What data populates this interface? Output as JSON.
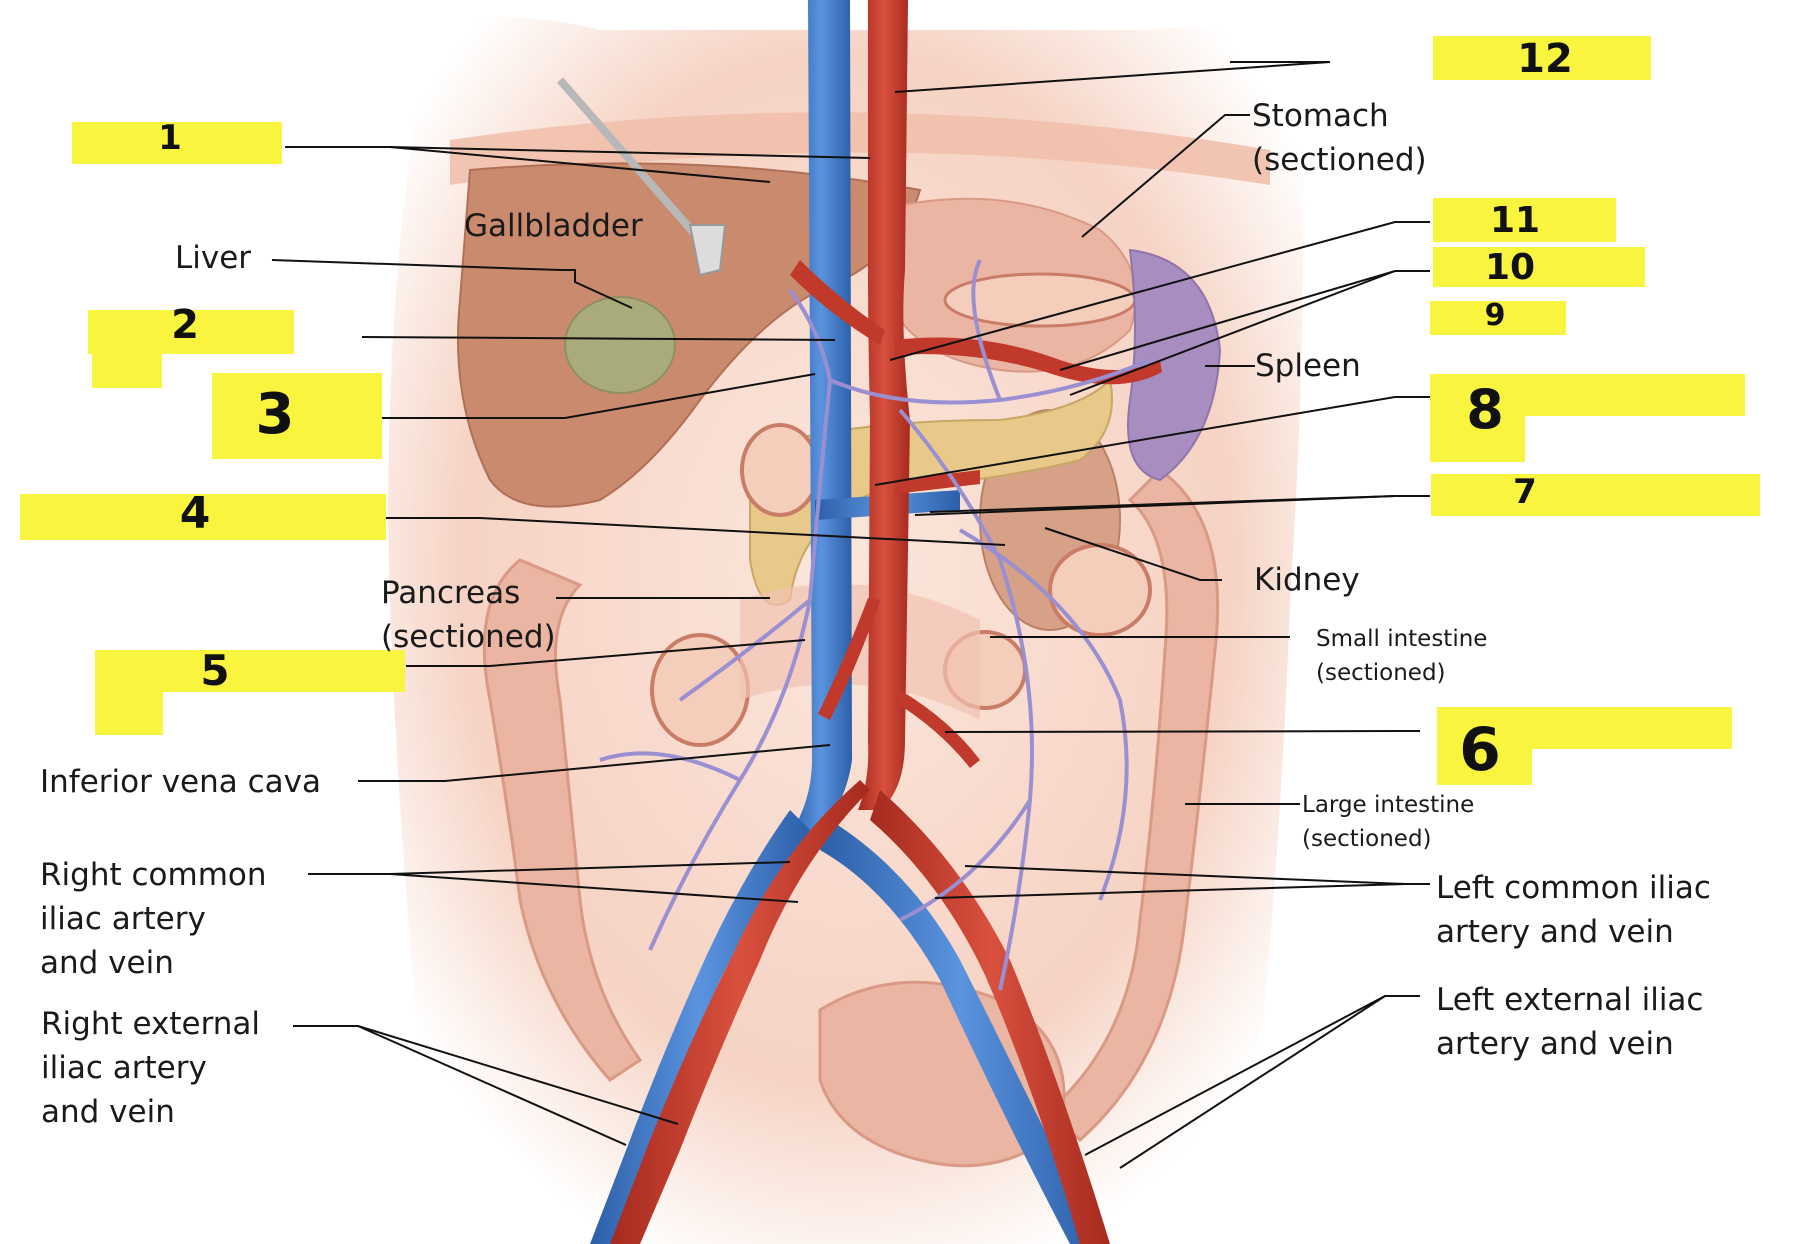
{
  "diagram": {
    "labels": {
      "stomach": [
        "Stomach",
        "(sectioned)"
      ],
      "gallbladder": "Gallbladder",
      "liver": "Liver",
      "spleen": "Spleen",
      "kidney": "Kidney",
      "pancreas": [
        "Pancreas",
        "(sectioned)"
      ],
      "small_intestine": [
        "Small intestine",
        "(sectioned)"
      ],
      "large_intestine": [
        "Large intestine",
        "(sectioned)"
      ],
      "inferior_vena_cava": "Inferior vena cava",
      "right_common_iliac": [
        "Right common",
        "iliac artery",
        "and vein"
      ],
      "right_external_iliac": [
        "Right external",
        "iliac artery",
        "and vein"
      ],
      "left_common_iliac": [
        "Left common iliac",
        "artery and vein"
      ],
      "left_external_iliac": [
        "Left external iliac",
        "artery and vein"
      ]
    },
    "blank_numbers": [
      "1",
      "2",
      "3",
      "4",
      "5",
      "6",
      "7",
      "8",
      "9",
      "10",
      "11",
      "12"
    ],
    "colors": {
      "highlight": "#f9f53e",
      "artery": "#c0392b",
      "vein": "#3a78c9",
      "portal_vessels": "#9a8fd0",
      "liver": "#c98a6e",
      "gallbladder": "#a9ab7a",
      "spleen": "#a88ec0",
      "pancreas": "#e8c98a",
      "intestine": "#e9b3a0"
    }
  }
}
